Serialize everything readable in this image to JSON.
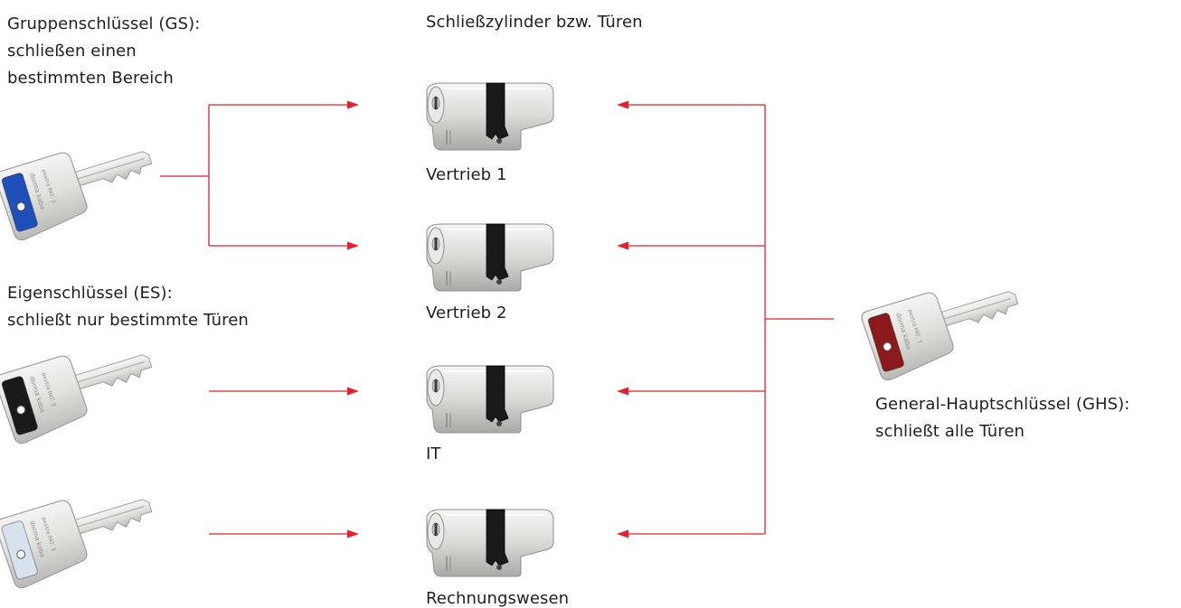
{
  "header": {
    "title": "Schließzylinder bzw. Türen"
  },
  "group_key": {
    "label_line1": "Gruppenschlüssel (GS):",
    "label_line2": "schließen einen",
    "label_line3": "bestimmten Bereich",
    "color": "#1f4fb8"
  },
  "individual_keys": {
    "label_line1": "Eigenschlüssel (ES):",
    "label_line2": "schließt nur bestimmte Türen",
    "colors": [
      "#1a1a1a",
      "#d8e2ec"
    ]
  },
  "master_key": {
    "label_line1": "General-Hauptschlüssel (GHS):",
    "label_line2": "schließt alle Türen",
    "color": "#8a1a1c"
  },
  "doors": [
    {
      "label": "Vertrieb 1"
    },
    {
      "label": "Vertrieb 2"
    },
    {
      "label": "IT"
    },
    {
      "label": "Rechnungswesen"
    }
  ],
  "key_engraving": {
    "brand": "dorma",
    "brand2": "kaba",
    "model": "pextra",
    "pat": "PAT. 3"
  },
  "colors": {
    "arrow": "#e4202e",
    "cylinder": "#d9d9d6",
    "cam": "#1a1a1a"
  }
}
